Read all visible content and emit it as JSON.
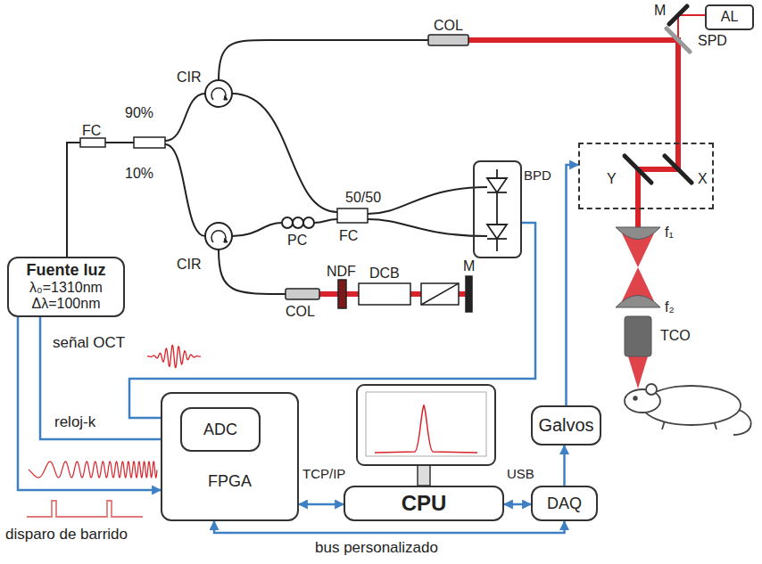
{
  "diagram": {
    "nodes": [
      {
        "text": [
          "Fuente luz",
          "λ₀=1310nm",
          "Δλ=100nm"
        ]
      },
      {
        "text": [
          "FPGA"
        ]
      },
      {
        "text": [
          "ADC"
        ],
        "in": 1
      },
      {
        "text": [
          "CPU"
        ]
      },
      {
        "text": [
          "DAQ"
        ]
      },
      {
        "text": [
          "Galvos"
        ]
      },
      {
        "text": [
          "BPD"
        ]
      },
      {
        "text": [
          "Y",
          "X"
        ]
      },
      {
        "text": [
          "AL"
        ]
      }
    ],
    "edges": [
      {
        "from": 6,
        "to": 2,
        "arrow": "to",
        "label": "señal OCT"
      },
      {
        "from": 0,
        "to": 2,
        "arrow": "to",
        "label": "reloj-k"
      },
      {
        "from": 0,
        "to": 1,
        "arrow": "to",
        "label": "disparo de barrido"
      },
      {
        "from": 1,
        "to": 3,
        "arrow": "both",
        "label": "TCP/IP"
      },
      {
        "from": 3,
        "to": 4,
        "arrow": "both",
        "label": "USB"
      },
      {
        "from": 4,
        "to": 5,
        "arrow": "to"
      },
      {
        "from": 5,
        "to": 7,
        "arrow": "to"
      },
      {
        "from": 1,
        "to": 4,
        "arrow": "both",
        "label": "bus personalizado"
      }
    ],
    "labels": [
      "CIR",
      "FC",
      "90%",
      "10%",
      "CIR",
      "COL",
      "PC",
      "FC",
      "50/50",
      "COL",
      "NDF",
      "DCB",
      "M",
      "M",
      "SPD",
      "f₁",
      "f₂",
      "TCO"
    ]
  }
}
